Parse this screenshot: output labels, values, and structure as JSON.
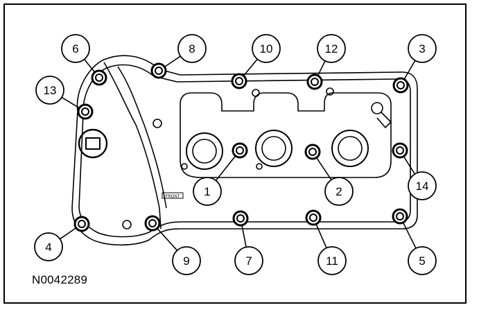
{
  "figure": {
    "reference_code": "N0042289",
    "cover_stamp": "FRONT",
    "callouts": [
      {
        "label": "1"
      },
      {
        "label": "2"
      },
      {
        "label": "3"
      },
      {
        "label": "4"
      },
      {
        "label": "5"
      },
      {
        "label": "6"
      },
      {
        "label": "7"
      },
      {
        "label": "8"
      },
      {
        "label": "9"
      },
      {
        "label": "10"
      },
      {
        "label": "11"
      },
      {
        "label": "12"
      },
      {
        "label": "13"
      },
      {
        "label": "14"
      }
    ]
  }
}
